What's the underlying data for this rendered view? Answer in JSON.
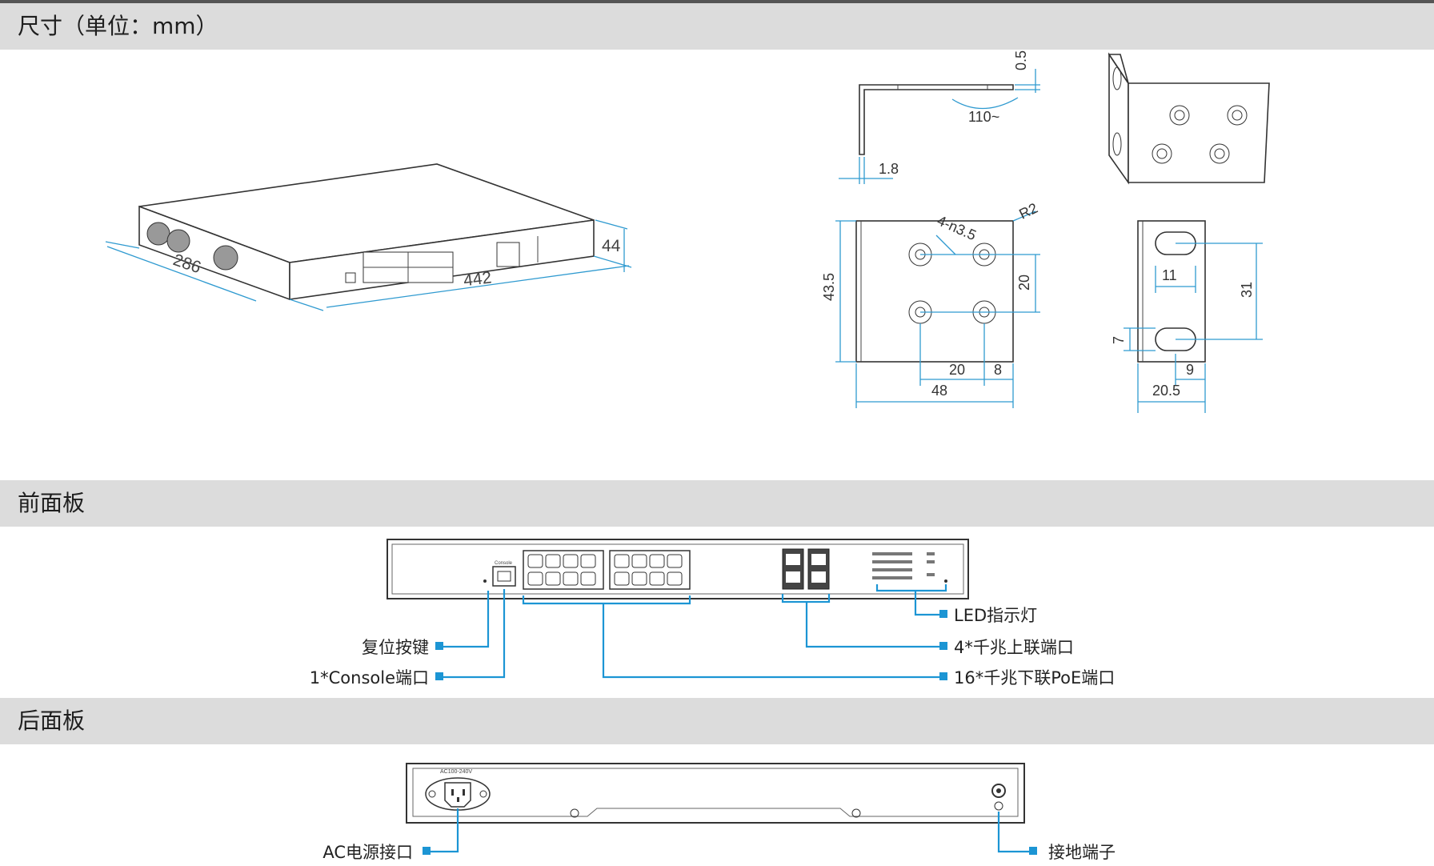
{
  "sections": {
    "dimensions": {
      "title": "尺寸（单位：mm）"
    },
    "front_panel": {
      "title": "前面板"
    },
    "rear_panel": {
      "title": "后面板"
    }
  },
  "dimensions": {
    "switch_depth": "286",
    "switch_width": "442",
    "switch_height": "44",
    "bracket_thickness": "0.5",
    "bracket_angle": "110~",
    "bracket_side_thickness": "1.8",
    "bracket_radius": "R2",
    "bracket_holes": "4-n3.5",
    "bracket_height": "43.5",
    "hole_vertical_spacing": "20",
    "hole_horizontal_spacing": "20",
    "hole_edge_offset": "8",
    "bracket_width": "48",
    "slot_width": "11",
    "slot_spacing": "31",
    "slot_bottom_offset": "7",
    "slot_side_offset": "9",
    "ear_width": "20.5"
  },
  "front_panel": {
    "console_label": "Console",
    "callouts": {
      "reset": "复位按键",
      "console": "1*Console端口",
      "led": "LED指示灯",
      "uplink": "4*千兆上联端口",
      "poe": "16*千兆下联PoE端口"
    }
  },
  "rear_panel": {
    "power_rating": "AC100-240V",
    "callouts": {
      "ac_power": "AC电源接口",
      "ground": "接地端子"
    }
  },
  "colors": {
    "header_bg": "#dcdcdc",
    "dimension_line": "#2f9ad0",
    "callout": "#1c95d4"
  }
}
